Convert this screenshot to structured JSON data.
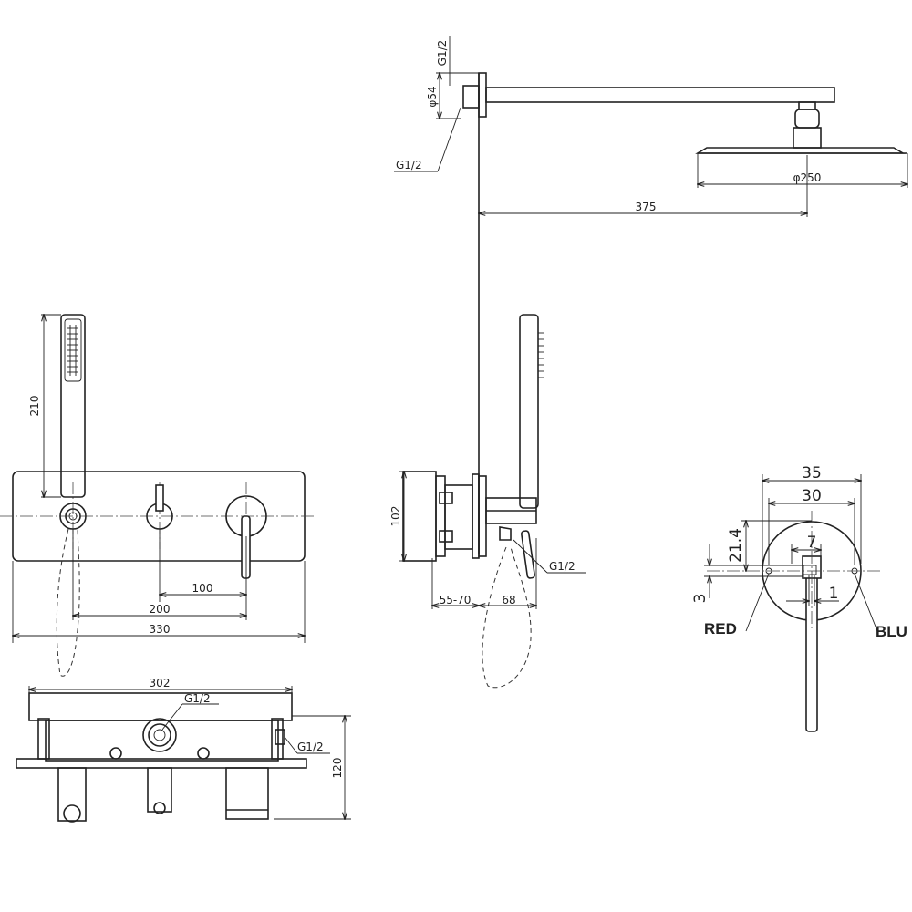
{
  "dimensions": {
    "handle_length": "210",
    "mixer_spacing": "100",
    "outlet_spacing": "200",
    "plate_width": "330",
    "box_width": "302",
    "box_height": "120",
    "side_depth": "102",
    "wall_depth": "55-70",
    "spout_projection": "68",
    "arm_length": "375",
    "head_diameter": "φ250",
    "flange_diameter": "φ54",
    "thread_top": "G1/2",
    "thread_arm": "G1/2",
    "thread_side": "G1/2",
    "thread_box_top": "G1/2",
    "thread_box_right": "G1/2",
    "handle_d35": "35",
    "handle_d30": "30",
    "handle_d7": "7",
    "handle_d21_4": "21.4",
    "handle_d3": "3",
    "handle_d1": "1"
  },
  "labels": {
    "red": "RED",
    "blue": "BLU"
  }
}
